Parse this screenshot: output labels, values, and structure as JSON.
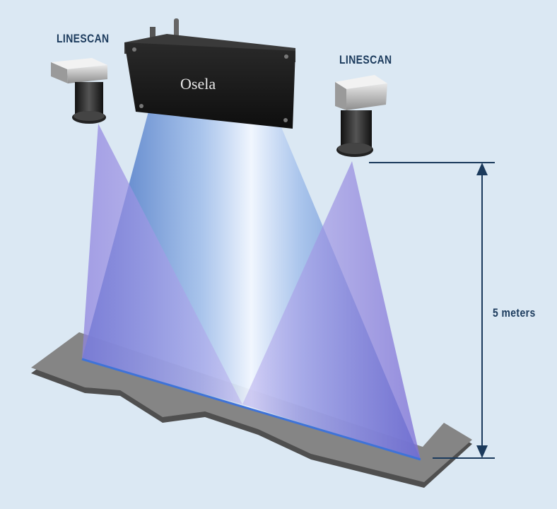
{
  "labels": {
    "left_camera": "LINESCAN",
    "right_camera": "LINESCAN",
    "distance": "5 meters",
    "brand": "Osela"
  },
  "colors": {
    "background": "#dbe8f3",
    "ground": "#7b7b7b",
    "laser_beam": "#4a78c8",
    "camera_field": "#9b8fe0",
    "dimension_line": "#1b3a5c",
    "text": "#1b3a5c"
  },
  "icons": [
    "laser-projector",
    "linescan-camera-left",
    "linescan-camera-right",
    "dimension-arrow"
  ]
}
